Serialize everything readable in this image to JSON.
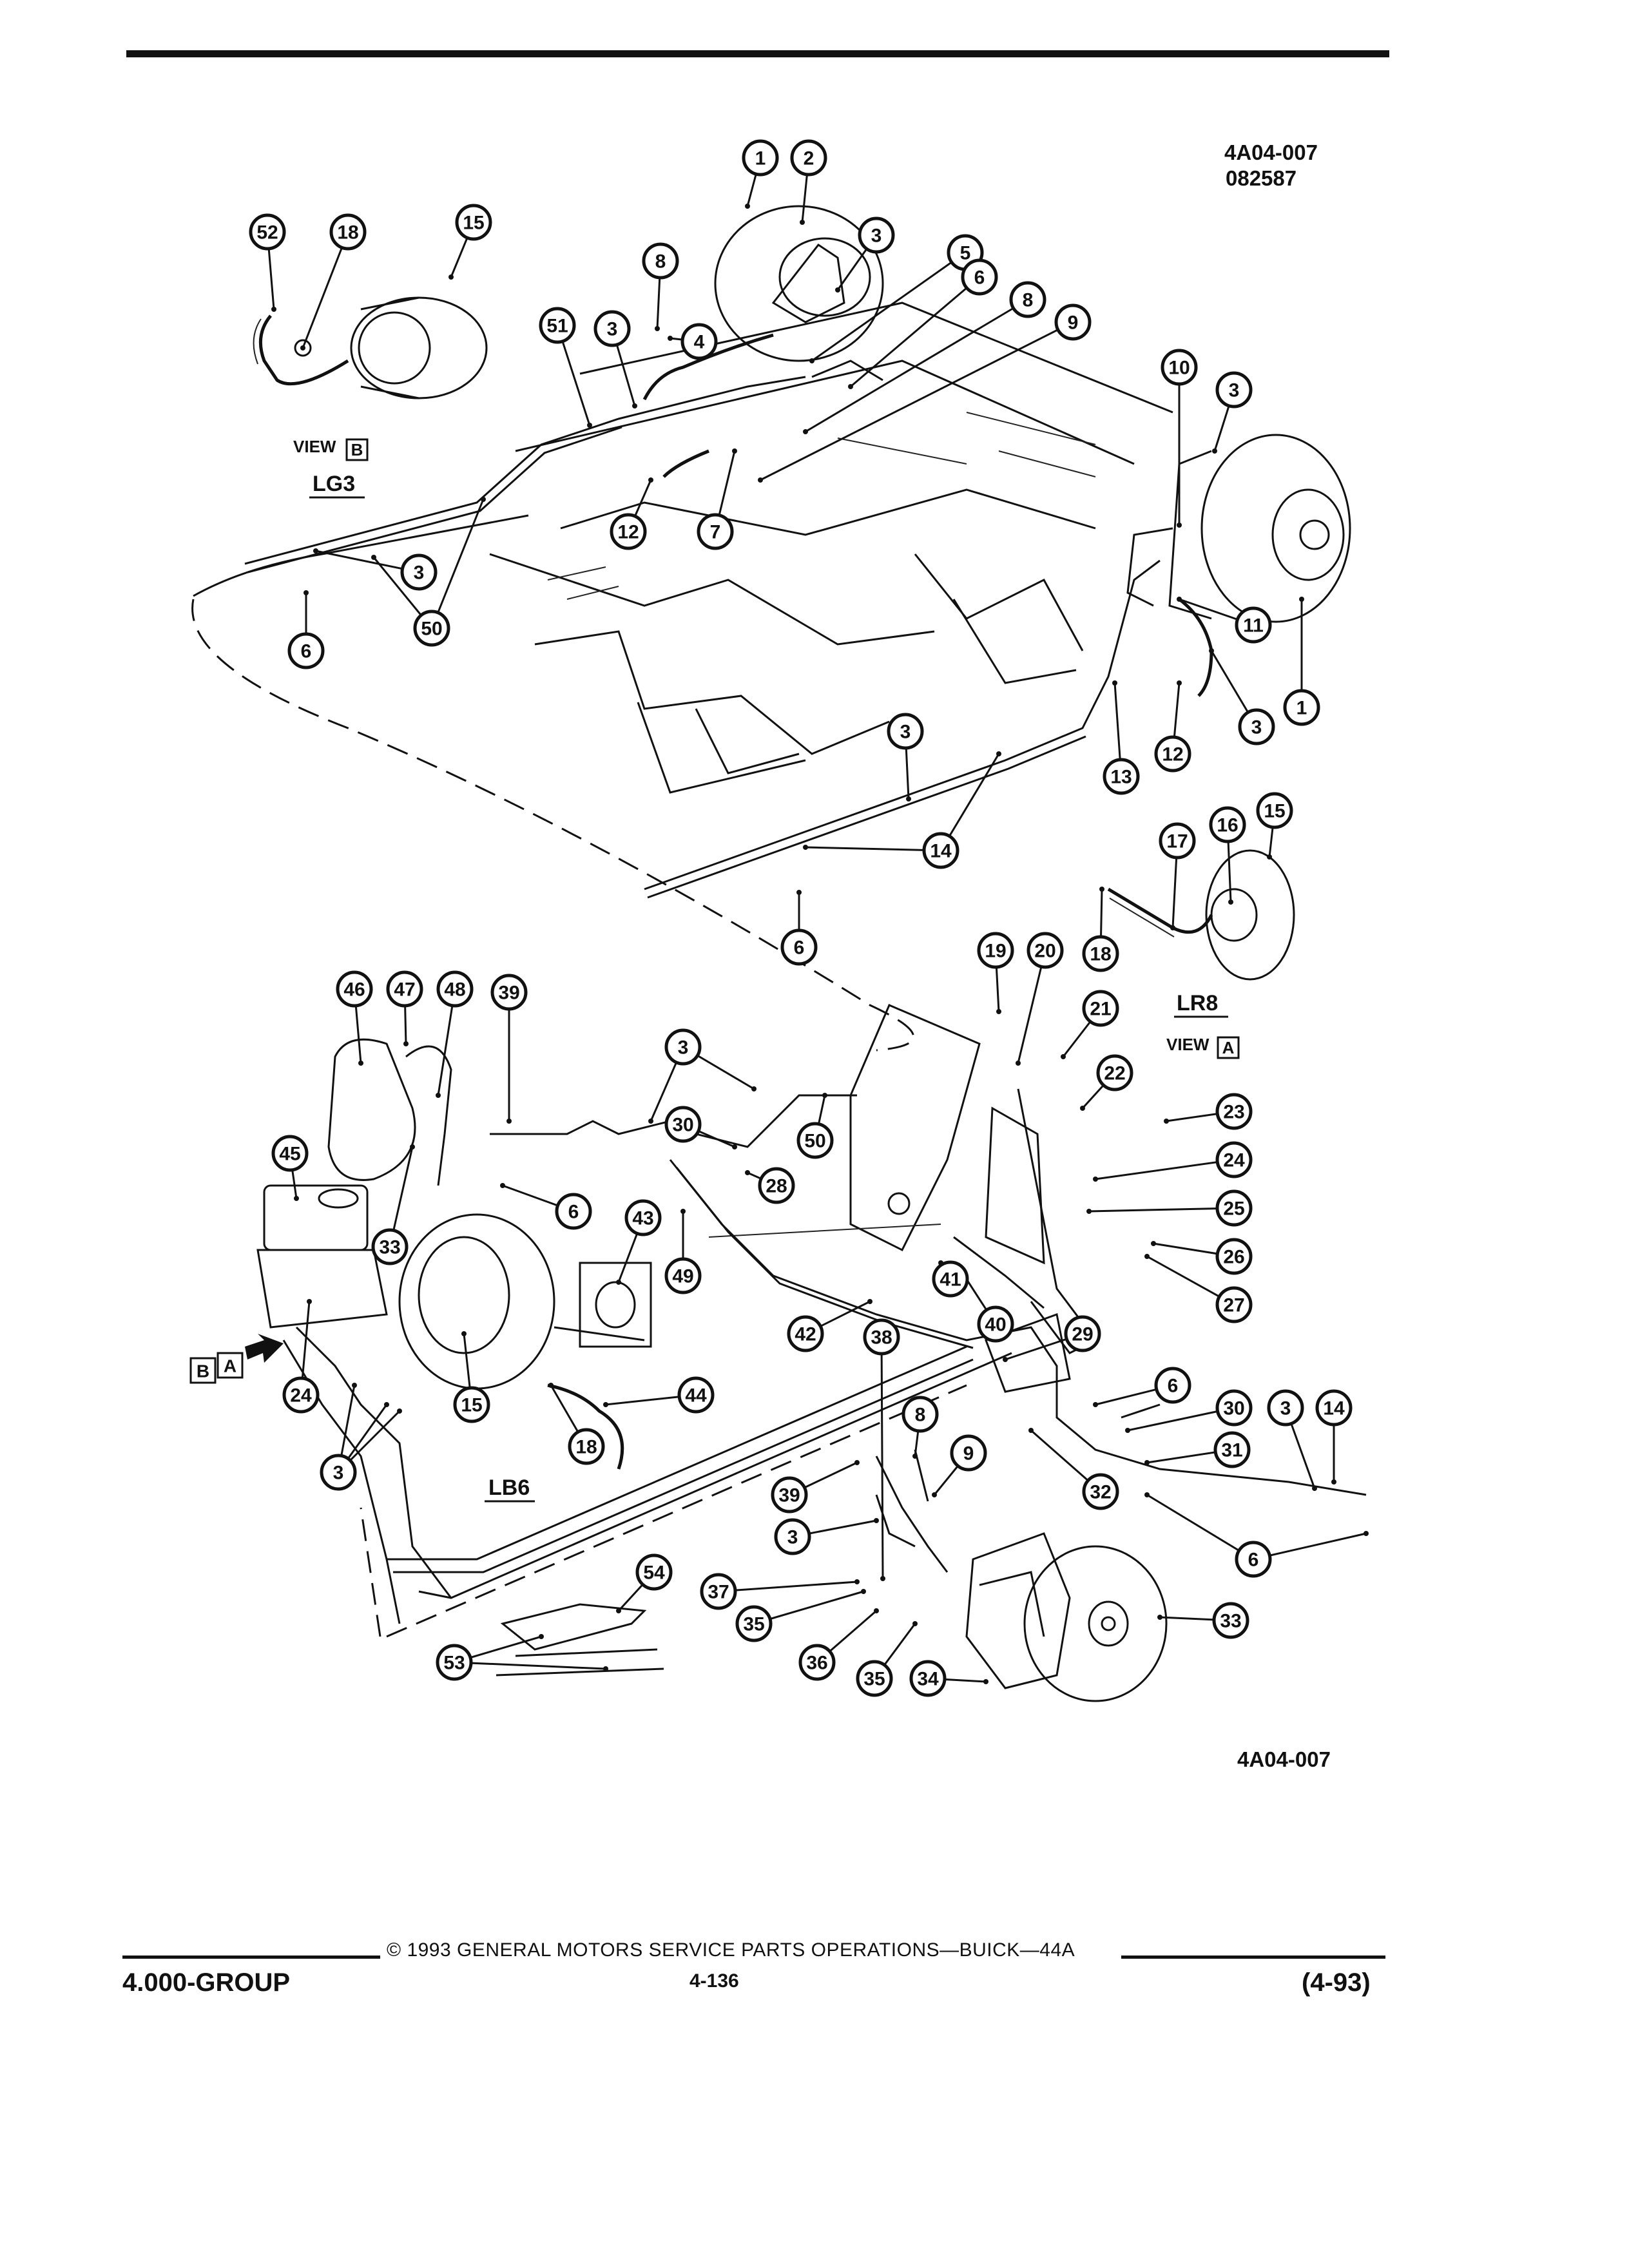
{
  "figure_code": "4A04-007",
  "figure_date": "082587",
  "bottom_code": "4A04-007",
  "view_labels": {
    "view_b": {
      "word": "VIEW",
      "letter": "B",
      "option": "LG3"
    },
    "view_a": {
      "word": "VIEW",
      "letter": "A",
      "option": "LR8"
    },
    "lb6": "LB6"
  },
  "view_arrow_letters": [
    "B",
    "A"
  ],
  "callouts": [
    "1",
    "2",
    "3",
    "4",
    "5",
    "6",
    "7",
    "8",
    "9",
    "10",
    "11",
    "12",
    "13",
    "14",
    "15",
    "16",
    "17",
    "18",
    "19",
    "20",
    "21",
    "22",
    "23",
    "24",
    "25",
    "26",
    "27",
    "28",
    "29",
    "30",
    "31",
    "32",
    "33",
    "34",
    "35",
    "36",
    "37",
    "38",
    "39",
    "40",
    "41",
    "42",
    "43",
    "44",
    "45",
    "46",
    "47",
    "48",
    "49",
    "50",
    "51",
    "52",
    "53",
    "54"
  ],
  "footer": {
    "group": "4.000-GROUP",
    "copyright": "© 1993  GENERAL MOTORS SERVICE PARTS OPERATIONS—BUICK—44A",
    "page_number": "4-136",
    "revision": "(4-93)"
  }
}
